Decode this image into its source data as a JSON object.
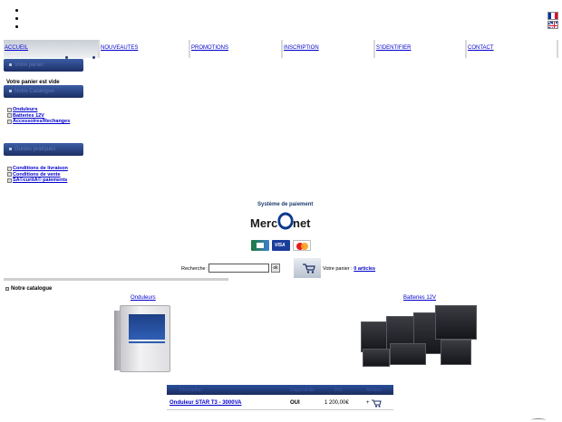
{
  "nav": {
    "items": [
      {
        "label": "ACCUEIL"
      },
      {
        "label": "NOUVEAUTES"
      },
      {
        "label": "PROMOTIONS"
      },
      {
        "label": "INSCRIPTION"
      },
      {
        "label": "S'IDENTIFIER"
      },
      {
        "label": "CONTACT"
      }
    ]
  },
  "languages": [
    {
      "name": "fr-flag-icon"
    },
    {
      "name": "uk-flag-icon"
    }
  ],
  "sidebar": {
    "cart_title": "Votre panier",
    "cart_empty": "Votre panier est vide",
    "catalog_title": "Notre Catalogue",
    "catalog_items": [
      "Onduleurs",
      "Batteries 12V",
      "Accessoires/Rechanges"
    ],
    "guide_title": "Guides pratiques",
    "guide_items": [
      "Conditions de livraison",
      "Conditions de vente",
      "SÃ©curitÃ© paiements"
    ]
  },
  "payment": {
    "title": "Système de paiement",
    "logo_left": "Merc",
    "logo_right": "net",
    "card_visa": "VISA"
  },
  "search": {
    "label": "Recherche :",
    "value": "",
    "button": "ok",
    "cart_label": "Votre panier :",
    "cart_count": "0 articles"
  },
  "catalog": {
    "title": "Notre catalogue",
    "categories": [
      "Onduleurs",
      "Batteries 12V"
    ]
  },
  "table": {
    "headers": [
      "Description",
      "Disponibilite",
      "Prix",
      "Acheter"
    ],
    "rows": [
      {
        "description": "Onduleur STAR T3 - 3000VA",
        "available": "OUI",
        "price": "1 200,00€",
        "qty": "+"
      }
    ]
  },
  "colors": {
    "link": "#0000cc",
    "sidebar_header": "#1c2f66",
    "nav_active": "#c9ced6"
  }
}
